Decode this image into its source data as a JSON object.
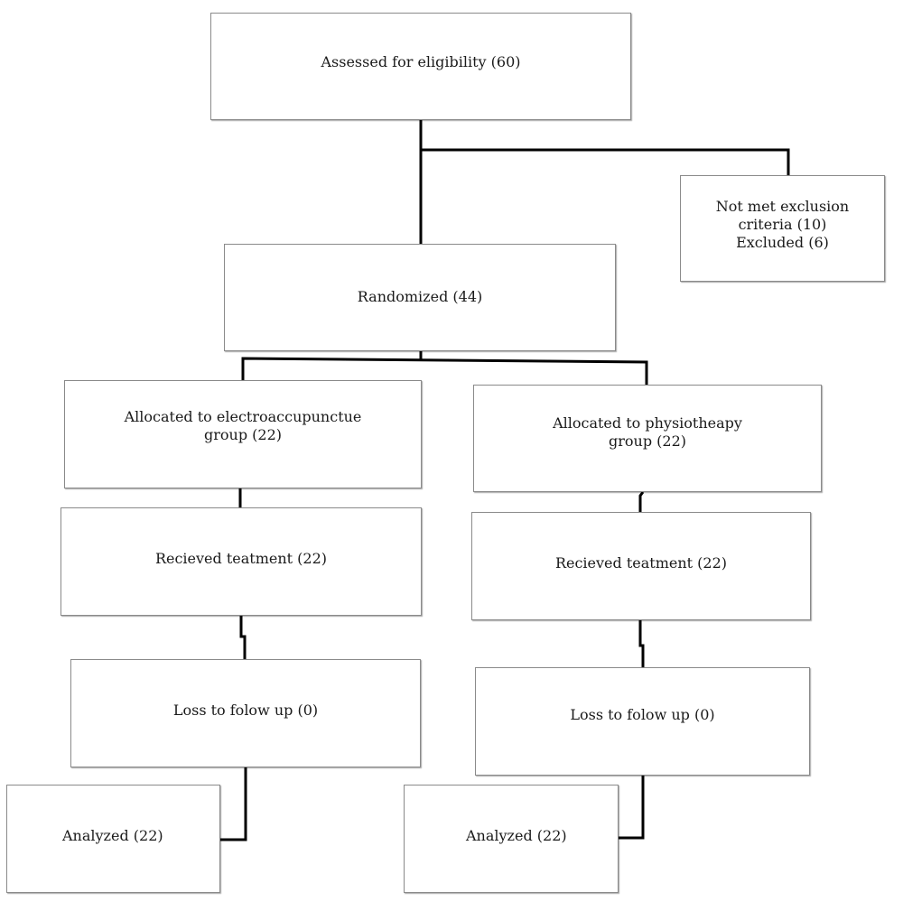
{
  "diagram": {
    "boxes": {
      "assessed": {
        "label": "Assessed for eligibility (60)"
      },
      "excluded": {
        "lines": [
          "Not met exclusion",
          "criteria (10)",
          "Excluded (6)"
        ]
      },
      "randomized": {
        "label": "Randomized (44)"
      },
      "electroacupuncture": {
        "allocated": {
          "lines": [
            "Allocated to electroaccupunctue",
            "group (22)"
          ]
        },
        "received": {
          "label": "Recieved teatment (22)"
        },
        "loss": {
          "label": "Loss to folow up (0)"
        },
        "analyzed": {
          "label": "Analyzed (22)"
        }
      },
      "physiotherapy": {
        "allocated": {
          "lines": [
            "Allocated to physiotheapy",
            "group (22)"
          ]
        },
        "received": {
          "label": "Recieved teatment (22)"
        },
        "loss": {
          "label": "Loss to folow up (0)"
        },
        "analyzed": {
          "label": "Analyzed (22)"
        }
      }
    },
    "colors": {
      "connector": "#000000",
      "box_border": "#8a8a8a",
      "text": "#1a1a1a",
      "background": "#ffffff"
    }
  }
}
